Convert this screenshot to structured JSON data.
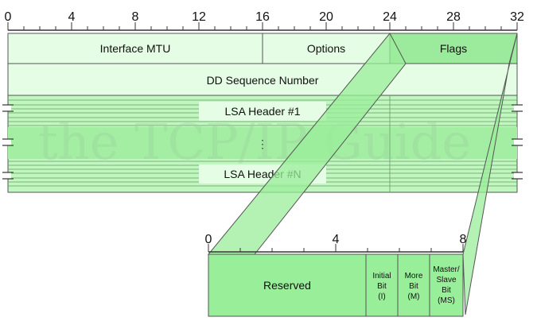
{
  "top_scale": {
    "ticks": [
      "0",
      "4",
      "8",
      "12",
      "16",
      "20",
      "24",
      "28",
      "32"
    ]
  },
  "rows": {
    "row1": {
      "interface_mtu": "Interface MTU",
      "options": "Options",
      "flags": "Flags"
    },
    "row2": {
      "dd_sequence_number": "DD Sequence Number"
    },
    "lsa_first": "LSA Header #1",
    "ellipsis": "⋮",
    "lsa_last": "LSA Header #N"
  },
  "watermark": "the TCP/IP Guide",
  "detail": {
    "scale": [
      "0",
      "4",
      "8"
    ],
    "reserved": "Reserved",
    "bits": {
      "initial": [
        "Initial",
        "Bit",
        "(I)"
      ],
      "more": [
        "More",
        "Bit",
        "(M)"
      ],
      "master_slave": [
        "Master/",
        "Slave",
        "Bit",
        "(MS)"
      ]
    }
  },
  "colors": {
    "light_green": "#e4fde4",
    "mid_green": "#ccf8cc",
    "green": "#99ee99",
    "flags_green": "#9cea9c",
    "border": "#333333"
  }
}
